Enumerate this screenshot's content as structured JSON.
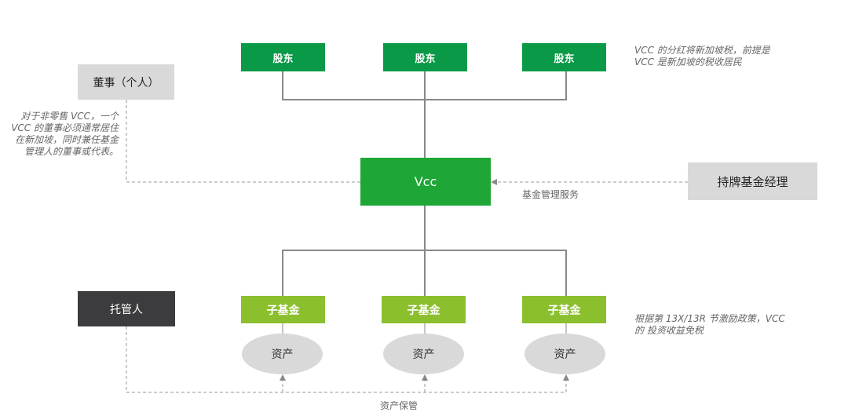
{
  "shareholders": [
    "股东",
    "股东",
    "股东"
  ],
  "vcc": "Vcc",
  "director": "董事（个人）",
  "manager": "持牌基金经理",
  "custodian": "托管人",
  "subfunds": [
    "子基金",
    "子基金",
    "子基金"
  ],
  "assets": [
    "资产",
    "资产",
    "资产"
  ],
  "labels": {
    "fund_management": "基金管理服务",
    "asset_custody": "资产保管"
  },
  "notes": {
    "dividend": [
      "VCC 的分红将新加坡税，前提是",
      "VCC 是新加坡的税收居民"
    ],
    "director": [
      "对于非零售 VCC，一个",
      "VCC 的董事必须通常居住",
      "在新加坡，同时兼任基金",
      "管理人的董事或代表。"
    ],
    "incentive": [
      "根据第 13X/13R 节激励政策，VCC",
      "的 投资收益免税"
    ]
  },
  "colors": {
    "shareholder": "#0a9a47",
    "vcc": "#1ea637",
    "subfund": "#8cbf2e",
    "grey_box": "#d9d9d9",
    "custodian": "#3c3c3e",
    "line": "#888888"
  }
}
